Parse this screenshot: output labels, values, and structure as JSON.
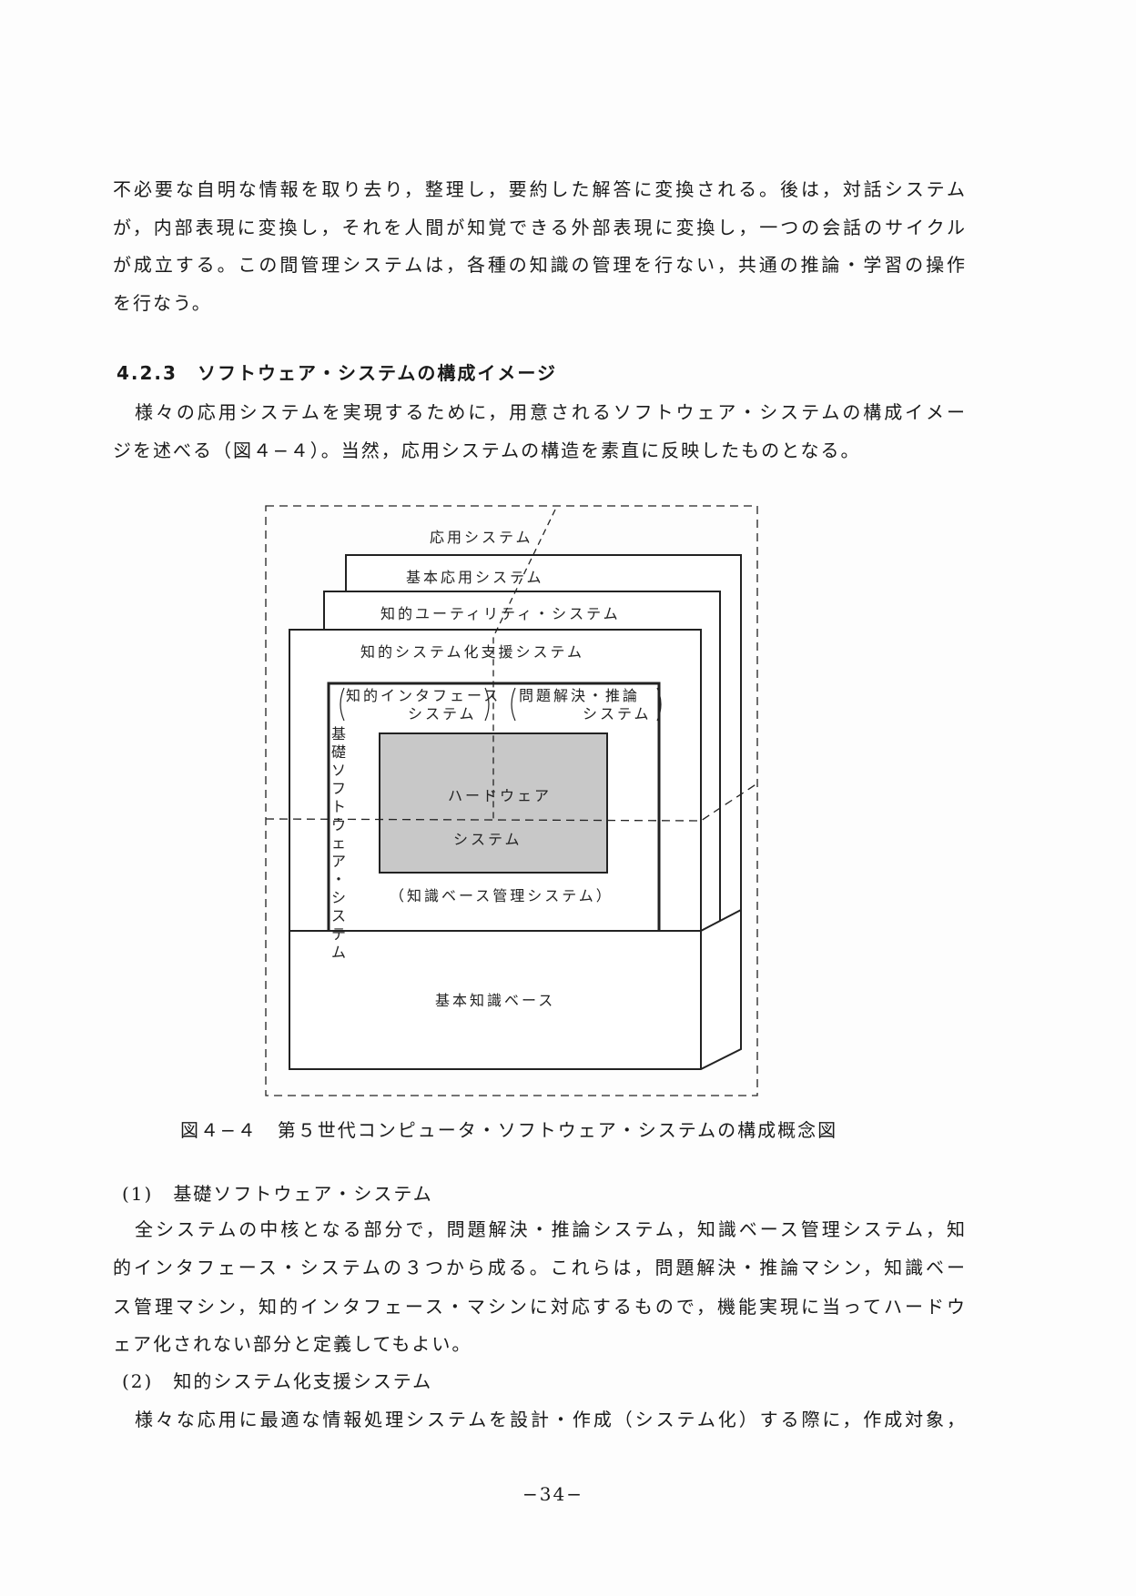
{
  "paragraph1": [
    "不必要な自明な情報を取り去り，整理し，要約した解答に変換される。後は，対話システム",
    "が，内部表現に変換し，それを人間が知覚できる外部表現に変換し，一つの会話のサイクル",
    "が成立する。この間管理システムは，各種の知識の管理を行ない，共通の推論・学習の操作",
    "を行なう。"
  ],
  "section_heading": "4.2.3　ソフトウェア・システムの構成イメージ",
  "paragraph2": [
    "様々の応用システムを実現するために，用意されるソフトウェア・システムの構成イメー",
    "ジを述べる（図４−４）。当然，応用システムの構造を素直に反映したものとなる。"
  ],
  "figure": {
    "application_system": "応用システム",
    "basic_application_system": "基本応用システム",
    "intelligent_utility_system": "知的ユーティリティ・システム",
    "intelligent_systemization_support": "知的システム化支援システム",
    "intelligent_interface_1": "知的インタフェース",
    "intelligent_interface_2": "システム",
    "problem_solving_1": "問題解決・推論",
    "problem_solving_2": "システム",
    "basic_software_vertical": [
      "基",
      "礎",
      "ソ",
      "フ",
      "ト",
      "ウ",
      "ェ",
      "ア",
      "・",
      "シ",
      "ス",
      "テ",
      "ム"
    ],
    "hardware_1": "ハードウェア",
    "hardware_2": "システム",
    "knowledge_base_mgmt": "（知識ベース管理システム）",
    "basic_knowledge_base": "基本知識ベース"
  },
  "caption": "図４−４　第５世代コンピュータ・ソフトウェア・システムの構成概念図",
  "item1_heading": "(1)　基礎ソフトウェア・システム",
  "item1_body": [
    "全システムの中核となる部分で，問題解決・推論システム，知識ベース管理システム，知",
    "的インタフェース・システムの３つから成る。これらは，問題解決・推論マシン，知識ベー",
    "ス管理マシン，知的インタフェース・マシンに対応するもので，機能実現に当ってハードウ",
    "ェア化されない部分と定義してもよい。"
  ],
  "item2_heading": "(2)　知的システム化支援システム",
  "item2_body": [
    "様々な応用に最適な情報処理システムを設計・作成（システム化）する際に，作成対象，"
  ],
  "page_number": "−34−"
}
